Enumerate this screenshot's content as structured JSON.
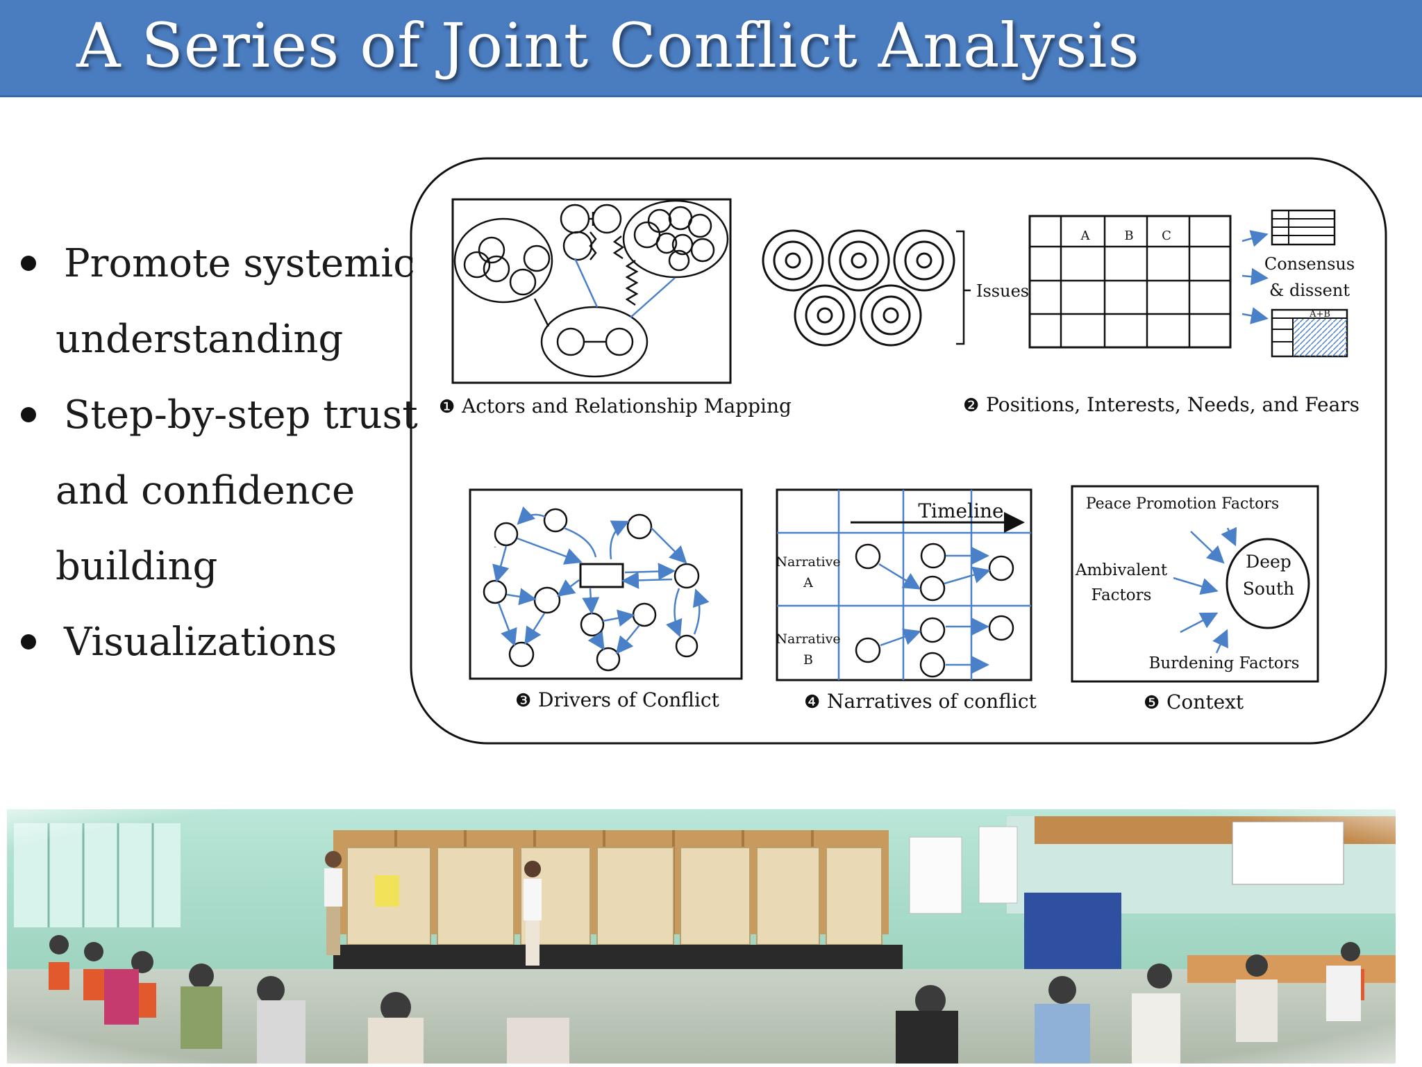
{
  "header": {
    "title": "A Series of Joint Conflict Analysis"
  },
  "bullets": [
    {
      "lines": [
        "Promote systemic",
        "understanding"
      ]
    },
    {
      "lines": [
        "Step-by-step trust",
        "and confidence",
        "building"
      ]
    },
    {
      "lines": [
        "Visualizations"
      ]
    }
  ],
  "diagram": {
    "panels": [
      {
        "number": "❶",
        "label": "Actors and Relationship Mapping"
      },
      {
        "number": "❷",
        "label": "Positions, Interests, Needs, and Fears"
      },
      {
        "number": "❸",
        "label": "Drivers of Conflict"
      },
      {
        "number": "❹",
        "label": "Narratives of conflict"
      },
      {
        "number": "❺",
        "label": "Context"
      }
    ],
    "positions": {
      "issues_label": "Issues",
      "col_headers": [
        "A",
        "B",
        "C"
      ],
      "consensus_line1": "Consensus",
      "consensus_line2": "& dissent",
      "table_tag": "A+B"
    },
    "narratives": {
      "timeline_label": "Timeline",
      "row_a_line1": "Narrative",
      "row_a_line2": "A",
      "row_b_line1": "Narrative",
      "row_b_line2": "B"
    },
    "context": {
      "peace_factors": "Peace Promotion Factors",
      "ambivalent_line1": "Ambivalent",
      "ambivalent_line2": "Factors",
      "deep_line1": "Deep",
      "deep_line2": "South",
      "burdening_factors": "Burdening Factors"
    }
  },
  "colors": {
    "header_bg": "#4a7cc0",
    "arrow_blue": "#4a80c8",
    "text_dark": "#1a1a1a"
  }
}
